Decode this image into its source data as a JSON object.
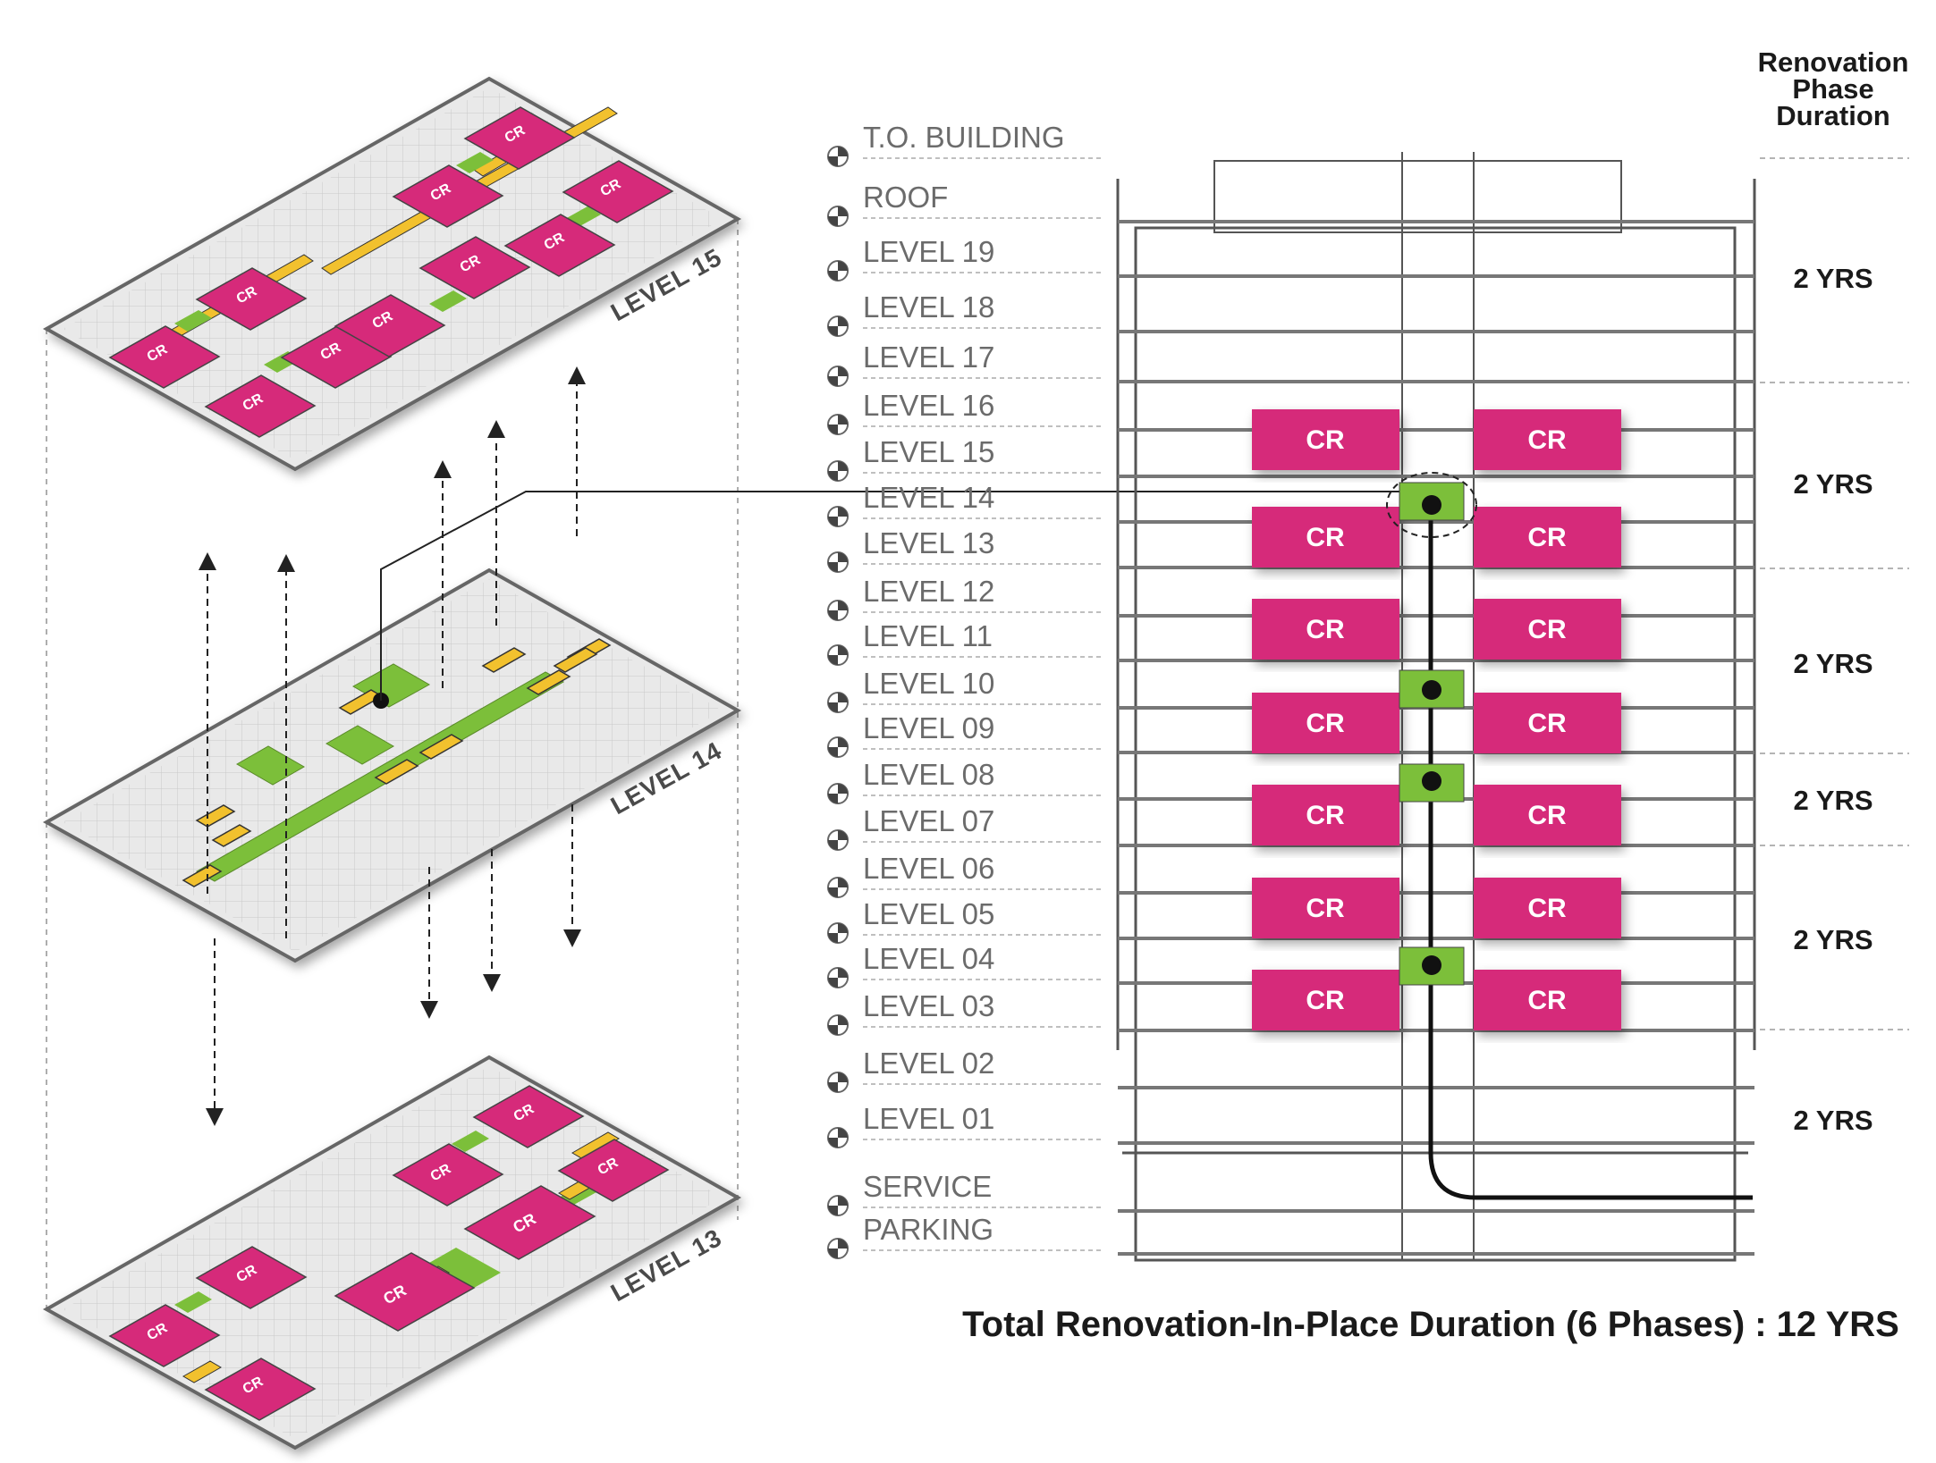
{
  "header": {
    "phase_duration_lines": [
      "Renovation",
      "Phase",
      "Duration"
    ]
  },
  "elevation_levels": [
    "T.O. BUILDING",
    "ROOF",
    "LEVEL 19",
    "LEVEL 18",
    "LEVEL 17",
    "LEVEL 16",
    "LEVEL 15",
    "LEVEL 14",
    "LEVEL 13",
    "LEVEL 12",
    "LEVEL 11",
    "LEVEL 10",
    "LEVEL 09",
    "LEVEL 08",
    "LEVEL 07",
    "LEVEL 06",
    "LEVEL 05",
    "LEVEL 04",
    "LEVEL 03",
    "LEVEL 02",
    "LEVEL 01",
    "SERVICE",
    "PARKING"
  ],
  "phase_durations": [
    "2 YRS",
    "2 YRS",
    "2 YRS",
    "2 YRS",
    "2 YRS",
    "2 YRS"
  ],
  "cr_label": "CR",
  "plates": {
    "top": "LEVEL 15",
    "middle": "LEVEL 14",
    "bottom": "LEVEL 13"
  },
  "total_duration": "Total Renovation-In-Place Duration (6 Phases) : 12 YRS",
  "colors": {
    "cr_magenta": "#d62a7a",
    "core_green": "#7cbf3a",
    "corridor_yellow": "#f2c12e",
    "linework": "#555555"
  }
}
